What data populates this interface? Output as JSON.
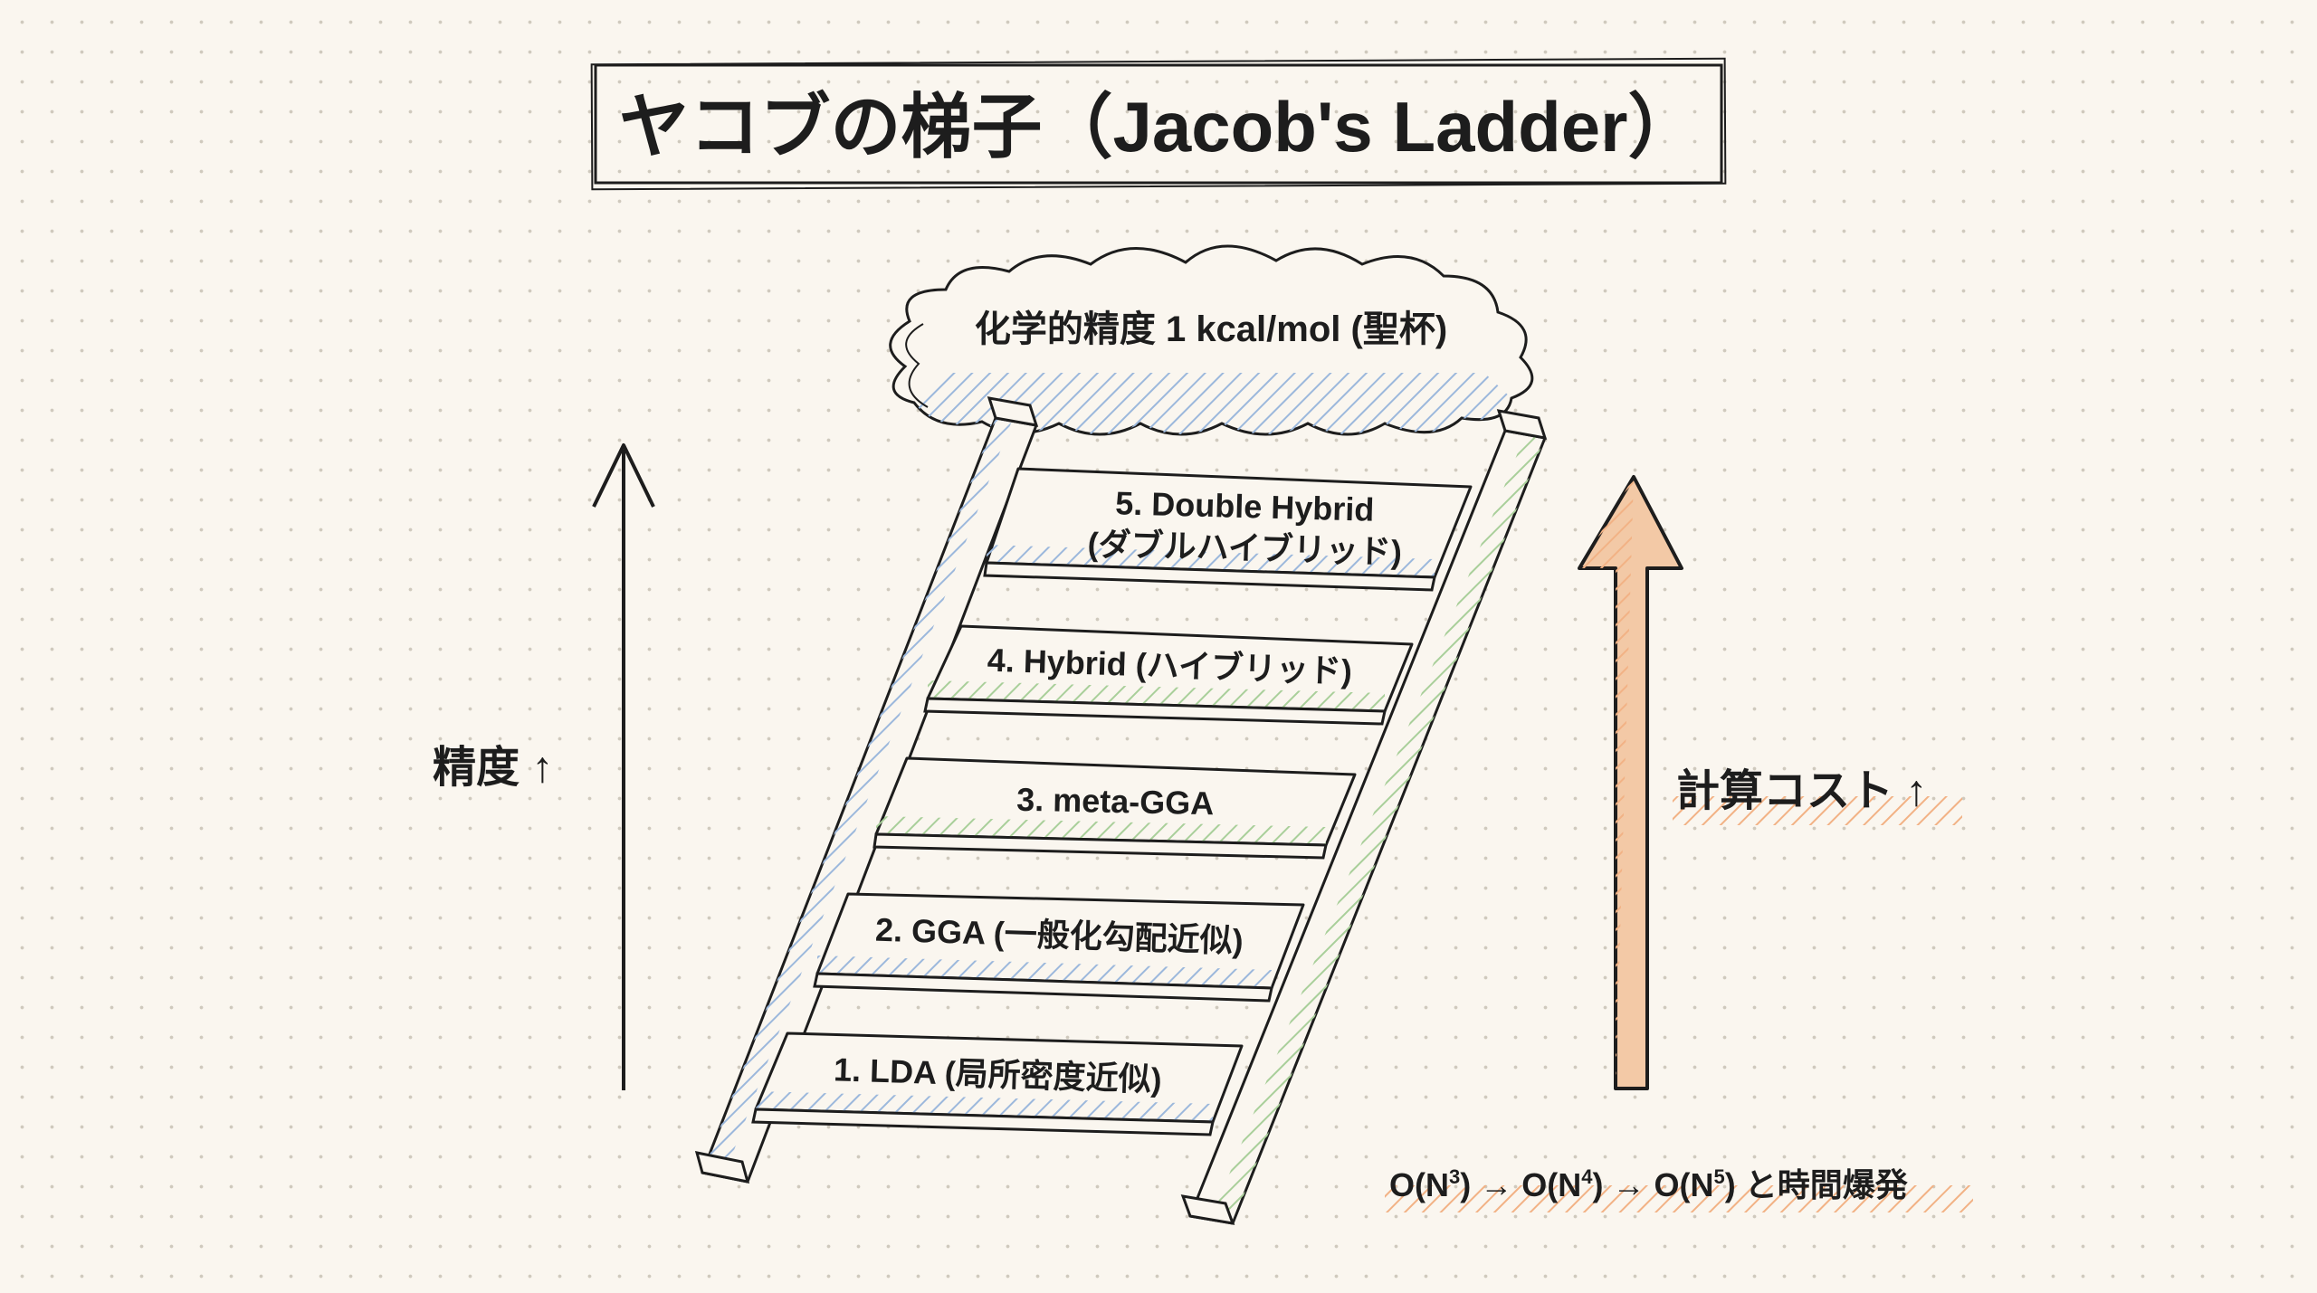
{
  "title": "ヤコブの梯子（Jacob's Ladder）",
  "goal": "化学的精度 1 kcal/mol (聖杯)",
  "rungs": [
    {
      "level": 1,
      "lines": [
        "1. LDA (局所密度近似)"
      ],
      "hatch": "blue"
    },
    {
      "level": 2,
      "lines": [
        "2. GGA (一般化勾配近似)"
      ],
      "hatch": "blue"
    },
    {
      "level": 3,
      "lines": [
        "3. meta-GGA"
      ],
      "hatch": "green"
    },
    {
      "level": 4,
      "lines": [
        "4. Hybrid (ハイブリッド)"
      ],
      "hatch": "green"
    },
    {
      "level": 5,
      "lines": [
        "5. Double Hybrid",
        "(ダブルハイブリッド)"
      ],
      "hatch": "blue"
    }
  ],
  "accuracy_label": "精度 ↑",
  "cost_label": "計算コスト ↑",
  "cost_scaling": {
    "parts": [
      "O(N",
      "3",
      ") → O(N",
      "4",
      ") → O(N",
      "5",
      ") と時間爆発"
    ]
  },
  "colors": {
    "ink": "#1d1d1d",
    "background": "#faf6ef",
    "hatch_blue": "#9cb8dc",
    "hatch_green": "#a9cf9a",
    "hatch_orange": "#f2b285",
    "arrow_orange": "#f3c9a6"
  }
}
